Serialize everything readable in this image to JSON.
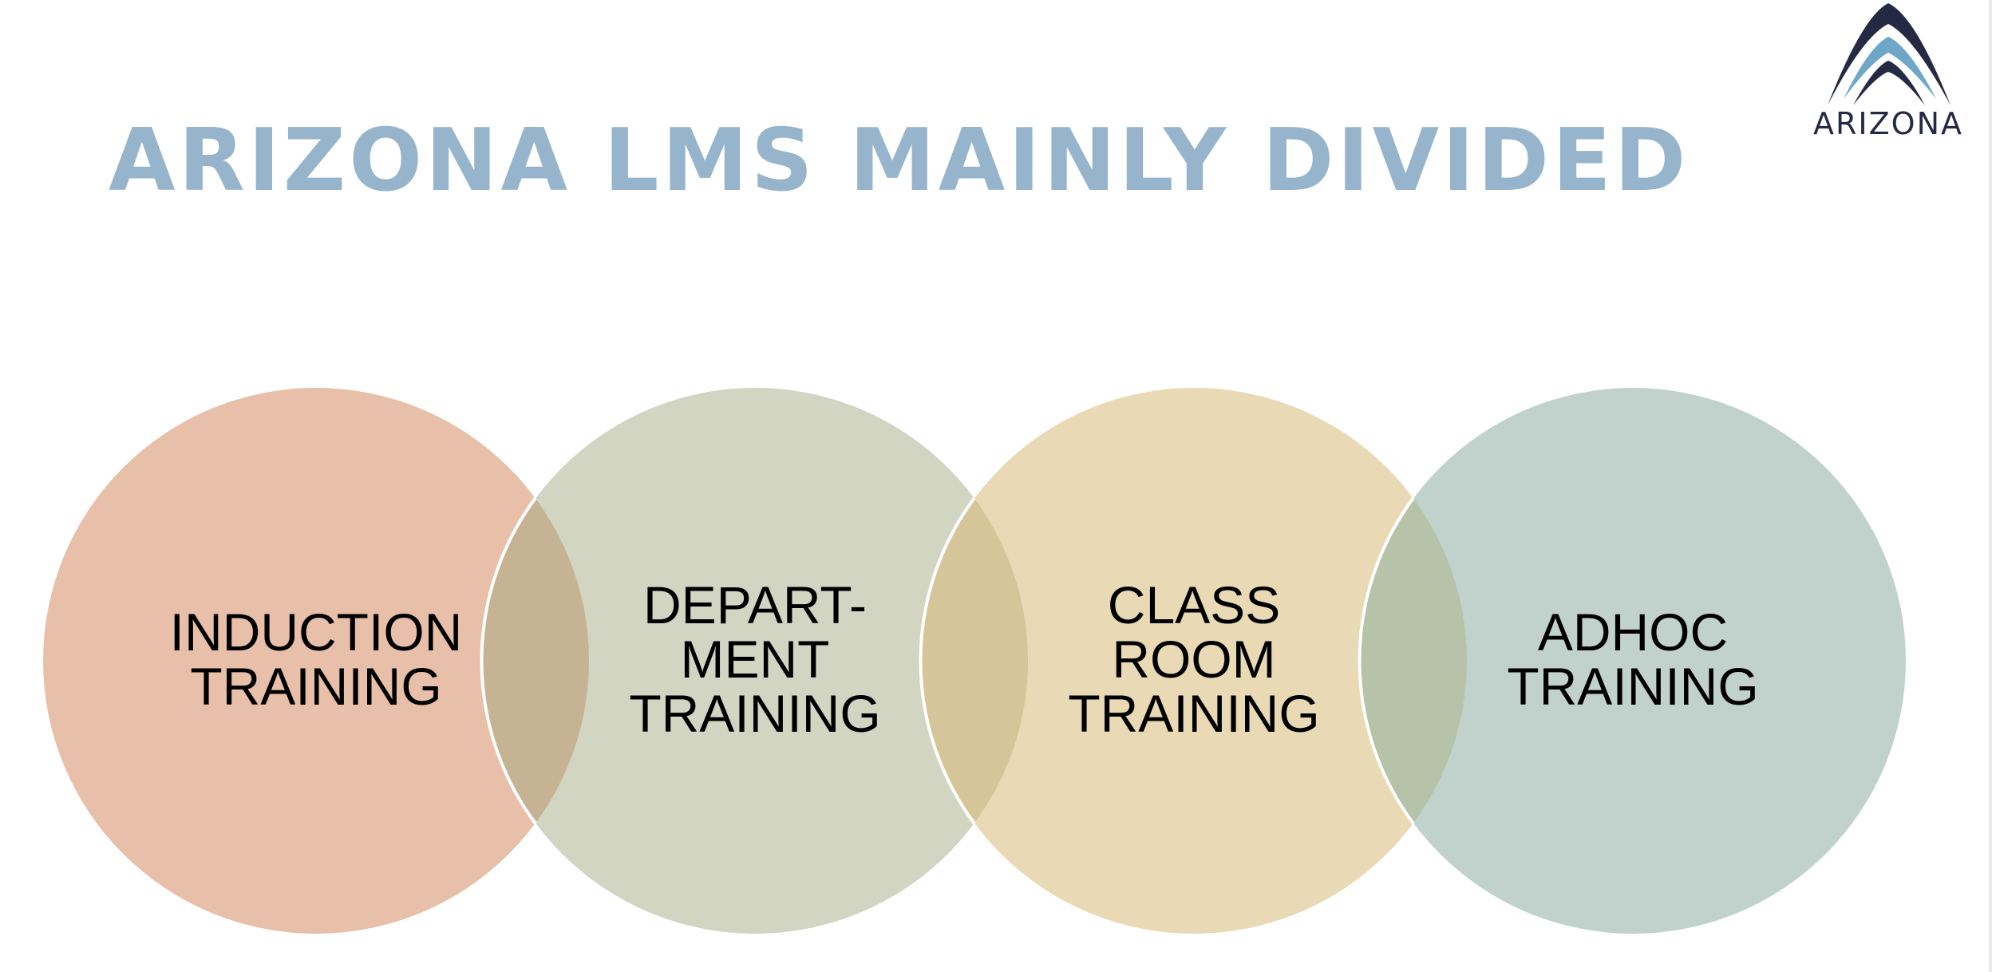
{
  "slide": {
    "title": "ARIZONA LMS MAINLY DIVIDED"
  },
  "logo": {
    "text": "ARIZONA",
    "icon": "mountain-arch-icon",
    "colors": {
      "dark": "#262944",
      "light": "#6fa7c9"
    }
  },
  "circles": [
    {
      "label": "INDUCTION\nTRAINING",
      "color": "#e8bfa8"
    },
    {
      "label": "DEPART-\nMENT\nTRAINING",
      "color": "#d1d5c1"
    },
    {
      "label": "CLASS\nROOM\nTRAINING",
      "color": "#e9d9b4"
    },
    {
      "label": "ADHOC\nTRAINING",
      "color": "#c1d2cd"
    }
  ],
  "overlaps": [
    {
      "color": "#c5b394"
    },
    {
      "color": "#d6c598"
    },
    {
      "color": "#b6c3a9"
    }
  ],
  "colors": {
    "title": "#96b4cc",
    "background": "#ffffff"
  }
}
